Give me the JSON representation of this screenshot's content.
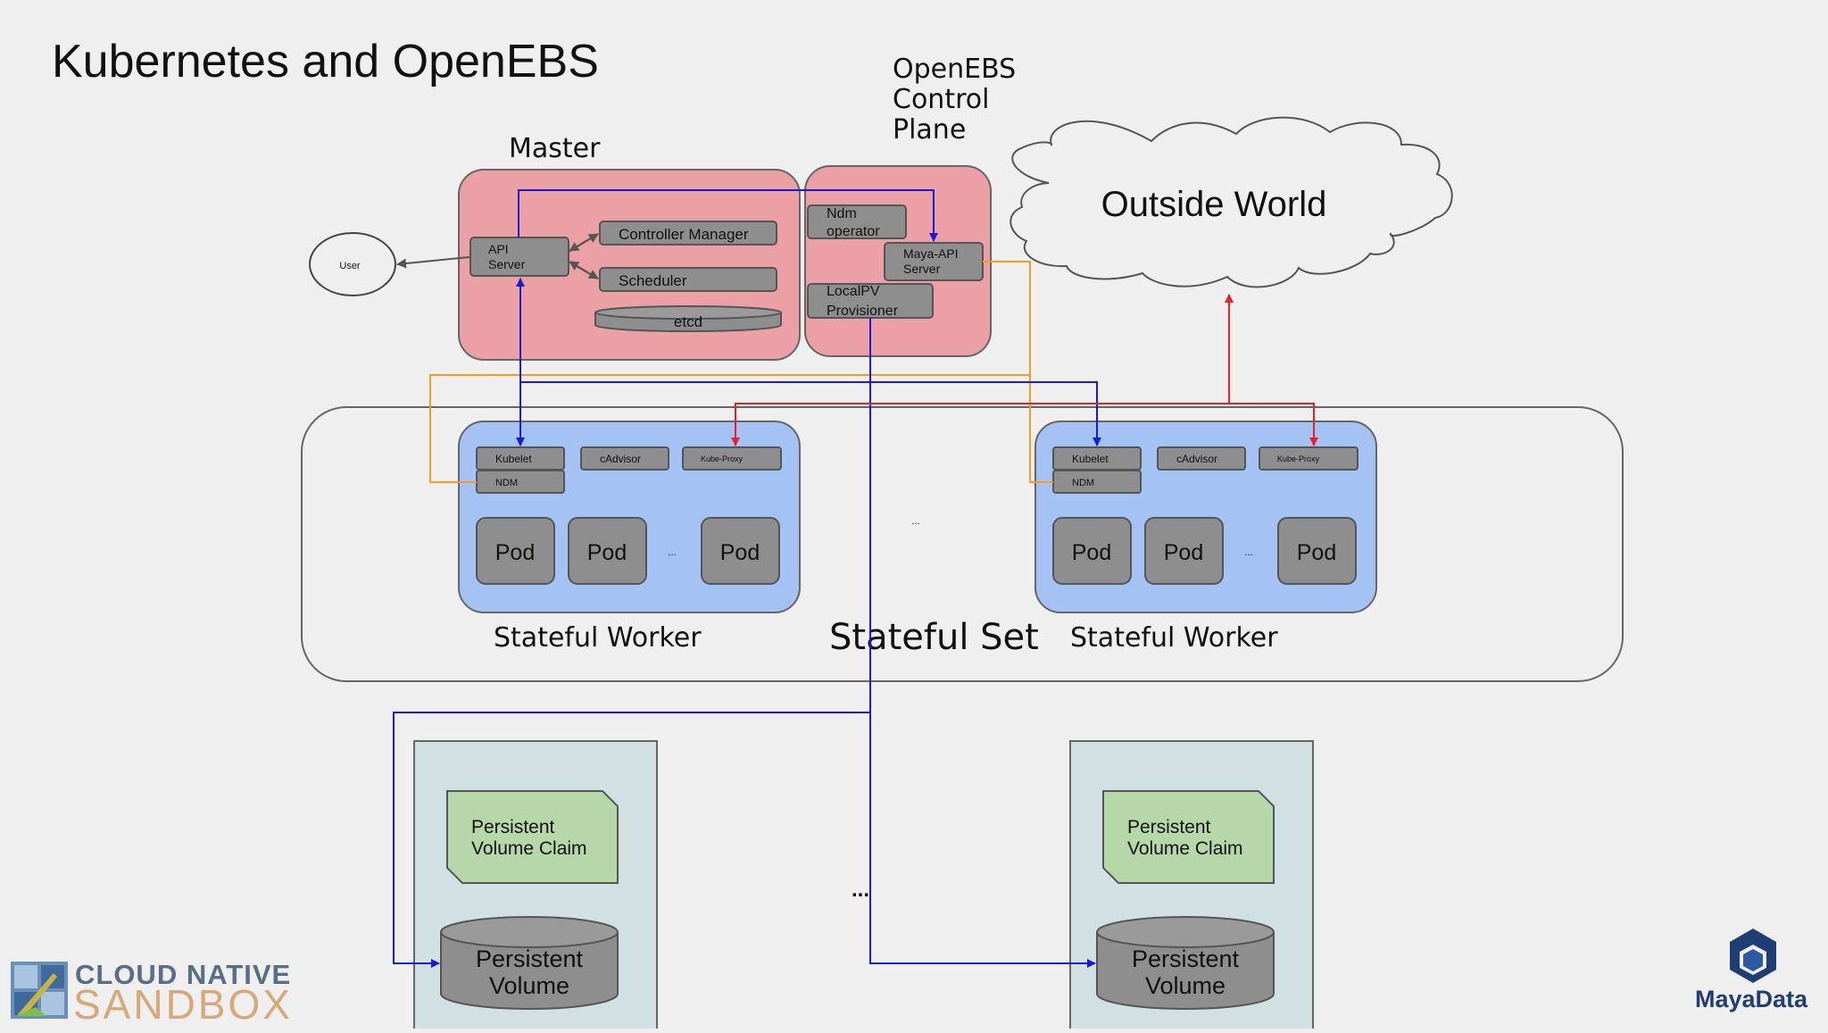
{
  "title": "Kubernetes and OpenEBS",
  "openebs_control_plane_label": [
    "OpenEBS",
    "Control",
    "Plane"
  ],
  "master": {
    "label": "Master",
    "api_server": [
      "API",
      "Server"
    ],
    "controller_manager": "Controller Manager",
    "scheduler": "Scheduler",
    "etcd": "etcd"
  },
  "control_plane": {
    "ndm_operator": [
      "Ndm",
      "operator"
    ],
    "maya_api_server": [
      "Maya-API",
      "Server"
    ],
    "localpv_provisioner": [
      "LocalPV",
      "Provisioner"
    ]
  },
  "user": "User",
  "outside_world": "Outside World",
  "stateful_set": {
    "label": "Stateful Set",
    "middle_ellipsis": "...",
    "workers": [
      {
        "label": "Stateful Worker",
        "kubelet": "Kubelet",
        "ndm": "NDM",
        "cadvisor": "cAdvisor",
        "kube_proxy": "Kube-Proxy",
        "pods": [
          "Pod",
          "Pod",
          "Pod"
        ],
        "pod_ellipsis": "..."
      },
      {
        "label": "Stateful Worker",
        "kubelet": "Kubelet",
        "ndm": "NDM",
        "cadvisor": "cAdvisor",
        "kube_proxy": "Kube-Proxy",
        "pods": [
          "Pod",
          "Pod",
          "Pod"
        ],
        "pod_ellipsis": "..."
      }
    ]
  },
  "storage": {
    "ellipsis": "...",
    "units": [
      {
        "pvc": [
          "Persistent",
          "Volume Claim"
        ],
        "pv": [
          "Persistent",
          "Volume"
        ]
      },
      {
        "pvc": [
          "Persistent",
          "Volume Claim"
        ],
        "pv": [
          "Persistent",
          "Volume"
        ]
      }
    ]
  },
  "logos": {
    "cloud_native": "CLOUD NATIVE",
    "sandbox": "SANDBOX",
    "mayadata": "MayaData"
  },
  "colors": {
    "master_fill": "#eaa0a4",
    "worker_fill": "#a4c2f4",
    "component_fill": "#8e8e8e",
    "pvc_fill": "#b6d7a8",
    "storage_bg": "#d0e0e3",
    "api_link": "#1a1ad4",
    "ndm_link": "#f39c1e",
    "proxy_link": "#e8202a"
  }
}
